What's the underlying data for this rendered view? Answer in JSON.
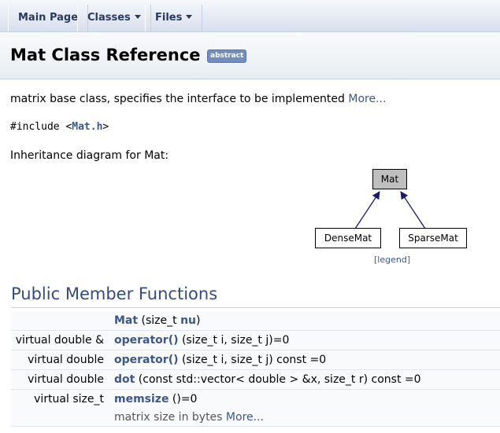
{
  "nav": {
    "tabs": [
      {
        "label": "Main Page"
      },
      {
        "label": "Classes"
      },
      {
        "label": "Files"
      }
    ]
  },
  "header": {
    "title": "Mat Class Reference",
    "badge": "abstract"
  },
  "brief": {
    "text": "matrix base class, specifies the interface to be implemented ",
    "more": "More..."
  },
  "include": {
    "prefix": "#include <",
    "file": "Mat.h",
    "suffix": ">"
  },
  "inheritance": {
    "caption": "Inheritance diagram for Mat:",
    "base": "Mat",
    "children": [
      "DenseMat",
      "SparseMat"
    ],
    "legend_open": "[",
    "legend": "legend",
    "legend_close": "]"
  },
  "section": {
    "title": "Public Member Functions"
  },
  "members": [
    {
      "type": "",
      "name": "Mat",
      "sig_pre": " (size_t ",
      "param": "nu",
      "sig_post": ")"
    },
    {
      "type": "virtual double &",
      "name": "operator()",
      "sig": " (size_t i, size_t j)=0"
    },
    {
      "type": "virtual double",
      "name": "operator()",
      "sig": " (size_t i, size_t j) const =0"
    },
    {
      "type": "virtual double",
      "name": "dot",
      "sig": " (const std::vector< double > &x, size_t r) const =0"
    },
    {
      "type": "virtual size_t",
      "name": "memsize",
      "sig": " ()=0",
      "desc": "matrix size in bytes ",
      "more": "More..."
    }
  ]
}
